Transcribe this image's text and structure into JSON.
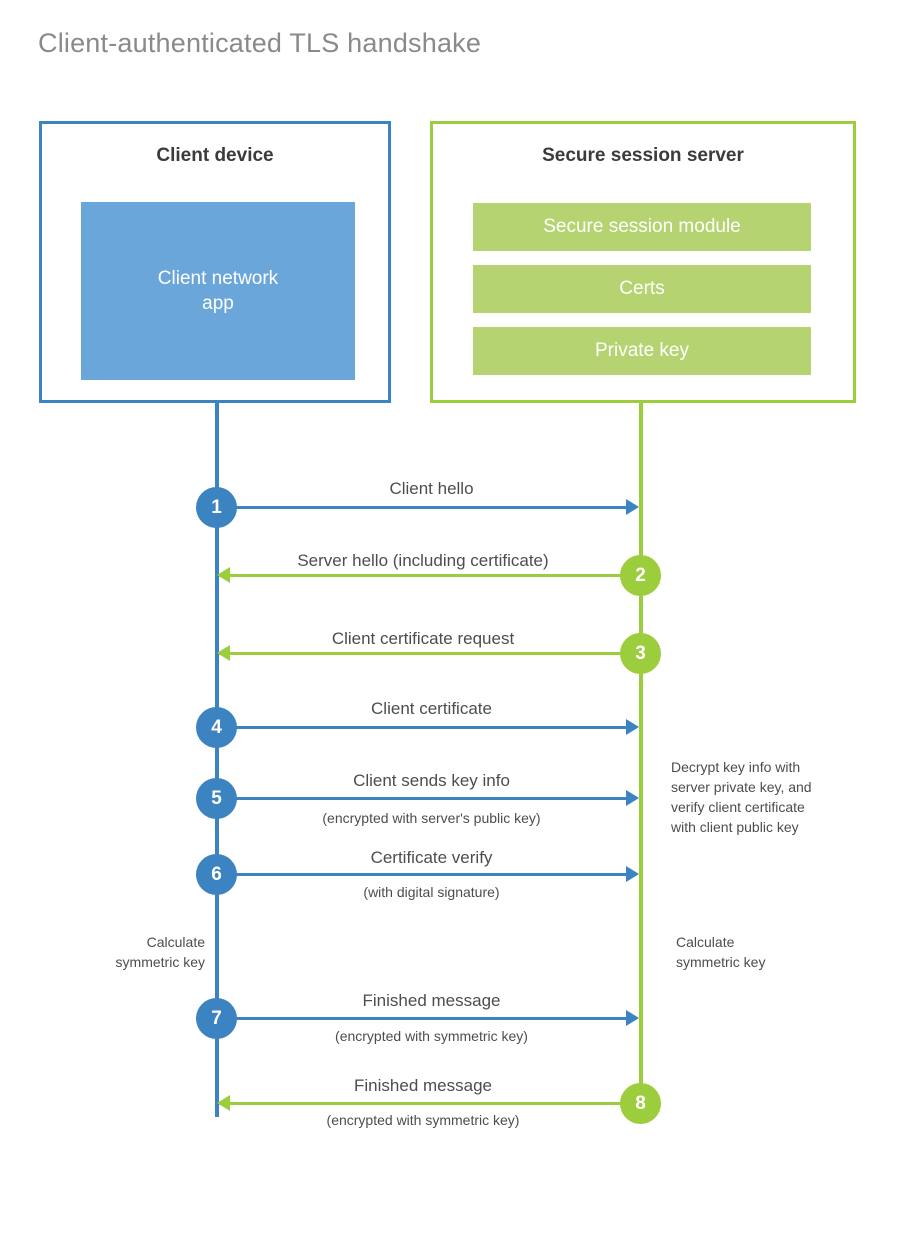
{
  "title": "Client-authenticated TLS handshake",
  "colors": {
    "blue": "#3c83c2",
    "blue_fill": "#6aa6d9",
    "green": "#9ccd3c",
    "green_fill": "#b5d471",
    "title_gray": "#8a8a8a",
    "text_gray": "#4d4d4d",
    "heading_dark": "#3b3b3b"
  },
  "client": {
    "title": "Client device",
    "app_label": "Client network\napp",
    "app_line1": "Client network",
    "app_line2": "app"
  },
  "server": {
    "title": "Secure session server",
    "components": [
      {
        "label": "Secure session module"
      },
      {
        "label": "Certs"
      },
      {
        "label": "Private key"
      }
    ]
  },
  "steps": [
    {
      "number": "1",
      "label": "Client hello",
      "sublabel": "",
      "direction": "right",
      "color": "blue"
    },
    {
      "number": "2",
      "label": "Server hello (including certificate)",
      "sublabel": "",
      "direction": "left",
      "color": "green"
    },
    {
      "number": "3",
      "label": "Client certificate request",
      "sublabel": "",
      "direction": "left",
      "color": "green"
    },
    {
      "number": "4",
      "label": "Client certificate",
      "sublabel": "",
      "direction": "right",
      "color": "blue"
    },
    {
      "number": "5",
      "label": "Client sends key info",
      "sublabel": "(encrypted with server's public key)",
      "direction": "right",
      "color": "blue"
    },
    {
      "number": "6",
      "label": "Certificate verify",
      "sublabel": "(with digital signature)",
      "direction": "right",
      "color": "blue"
    },
    {
      "number": "7",
      "label": "Finished message",
      "sublabel": "(encrypted with symmetric key)",
      "direction": "right",
      "color": "blue"
    },
    {
      "number": "8",
      "label": "Finished message",
      "sublabel": "(encrypted with symmetric key)",
      "direction": "left",
      "color": "green"
    }
  ],
  "notes": {
    "server_decrypt": "Decrypt key info with server private key, and verify client certificate with client public key",
    "calculate_left_line1": "Calculate",
    "calculate_left_line2": "symmetric key",
    "calculate_right_line1": "Calculate",
    "calculate_right_line2": "symmetric key"
  }
}
